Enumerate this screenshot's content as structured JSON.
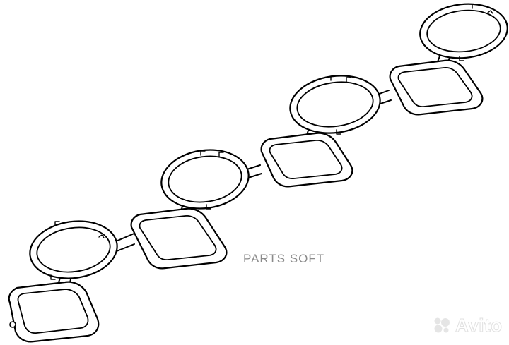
{
  "overlay": {
    "brand_text": "PARTS SOFT"
  },
  "watermark": {
    "text": "Avito"
  },
  "drawing": {
    "subject": "intake-manifold-gasket",
    "stroke_color": "#000000",
    "background_color": "#ffffff"
  }
}
